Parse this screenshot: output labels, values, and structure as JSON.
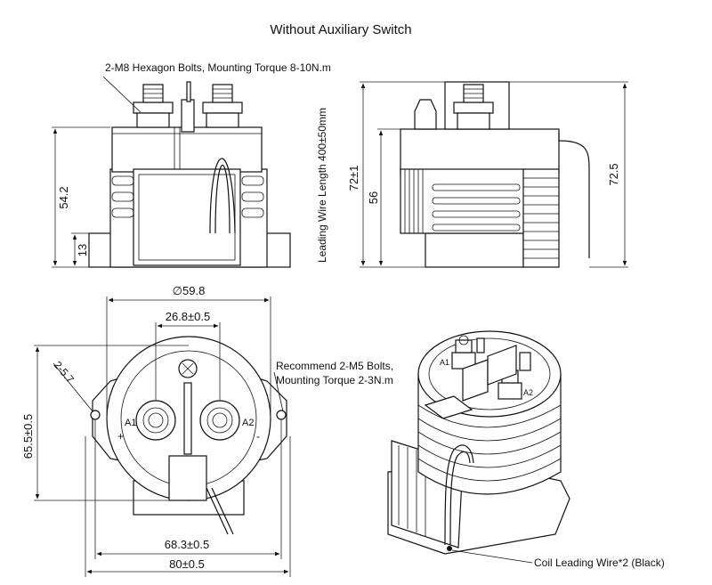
{
  "title": "Without Auxiliary Switch",
  "labels": {
    "main_bolts": "2-M8 Hexagon Bolts, Mounting Torque 8-10N.m",
    "lead_wire": "Leading Wire Length 400±50mm",
    "mount_bolts_line1": "Recommend 2-M5 Bolts,",
    "mount_bolts_line2": "Mounting Torque 2-3N.m",
    "coil_wire": "Coil Leading Wire*2 (Black)",
    "terminal_a1": "A1",
    "terminal_a2": "A2",
    "polarity_plus": "+",
    "polarity_minus": "-"
  },
  "dimensions": {
    "height_total": "54.2",
    "base_height": "13",
    "side_height_a": "72±1",
    "side_height_b": "56",
    "side_height_c": "72.5",
    "diameter": "∅59.8",
    "terminal_spacing": "26.8±0.5",
    "mount_hole": "2-5.7",
    "depth": "65.5±0.5",
    "mount_spacing": "68.3±0.5",
    "width_total": "80±0.5"
  }
}
